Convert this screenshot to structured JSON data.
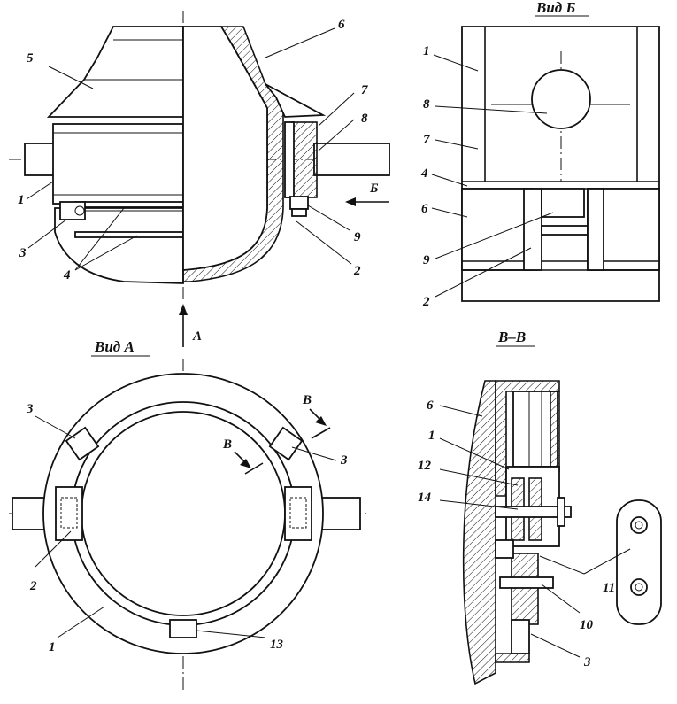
{
  "views": {
    "vid_b": "Вид Б",
    "vid_a": "Вид А",
    "section_vv": "В–В"
  },
  "arrows": {
    "a": "А",
    "b": "Б",
    "v": "В"
  },
  "labels": {
    "n1": "1",
    "n2": "2",
    "n3": "3",
    "n4": "4",
    "n5": "5",
    "n6": "6",
    "n7": "7",
    "n8": "8",
    "n9": "9",
    "n10": "10",
    "n11": "11",
    "n12": "12",
    "n13": "13",
    "n14": "14"
  }
}
